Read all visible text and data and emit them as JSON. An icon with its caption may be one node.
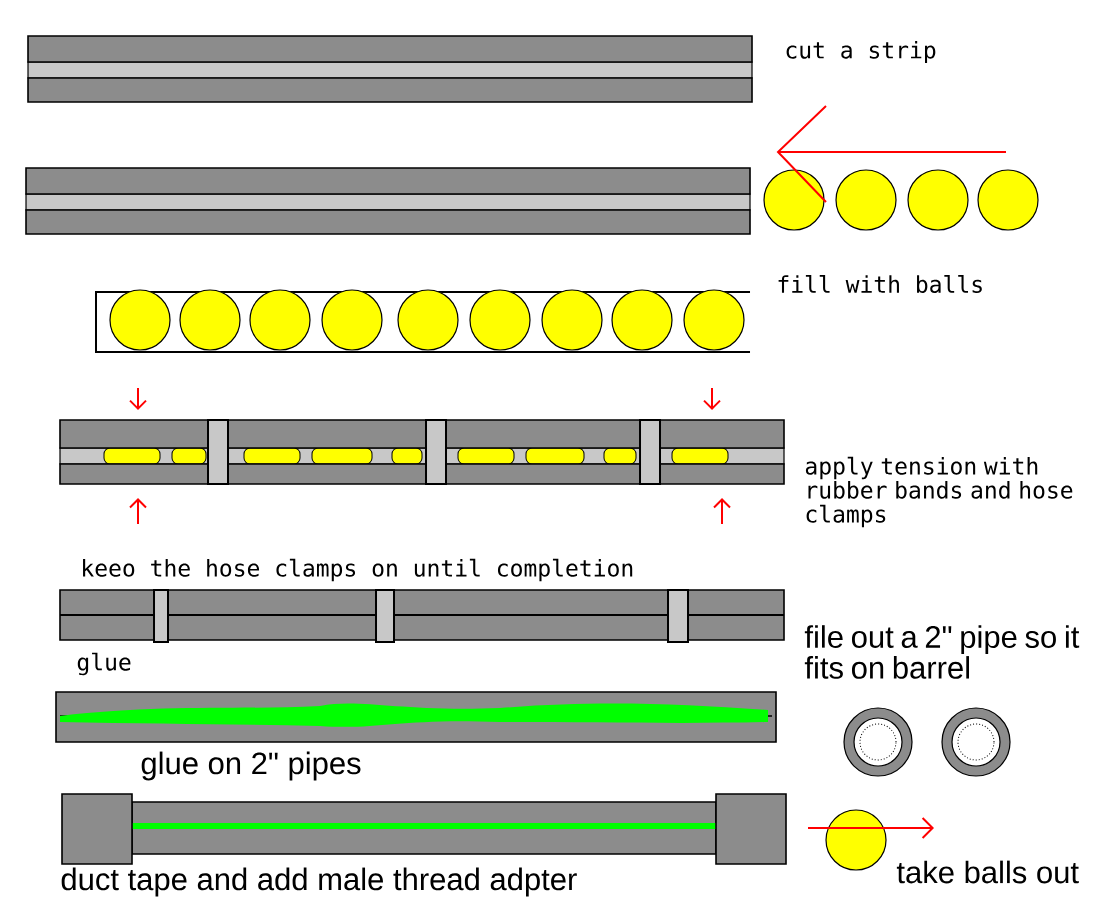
{
  "diagram": {
    "labels": [
      "cut a strip",
      "fill with balls",
      "apply tension with rubber bands and hose clamps",
      "keeo the hose clamps on until completion",
      "file out a 2\" pipe so it fits on barrel",
      "glue",
      "glue on 2\" pipes",
      "duct tape and add male thread adpter",
      "take balls out"
    ]
  }
}
